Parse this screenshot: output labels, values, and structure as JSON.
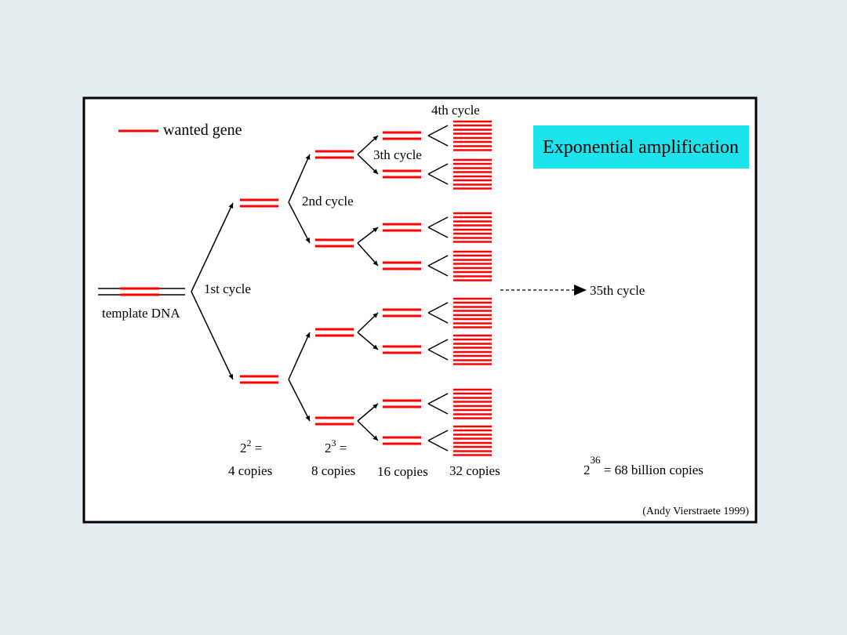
{
  "legend": {
    "label": "wanted gene"
  },
  "title_box": {
    "text": "Exponential amplification"
  },
  "template": {
    "label": "template DNA"
  },
  "cycles": {
    "c1": "1st cycle",
    "c2": "2nd cycle",
    "c3": "3th cycle",
    "c4": "4th cycle",
    "c35": "35th cycle"
  },
  "counts": {
    "four": {
      "base": "2",
      "exp": "2",
      "eq": " =",
      "copies": "4 copies"
    },
    "eight": {
      "base": "2",
      "exp": "3",
      "eq": " =",
      "copies": "8 copies"
    },
    "sixteen": {
      "copies": "16 copies"
    },
    "thirtytwo": {
      "copies": "32 copies"
    },
    "final": {
      "base": "2",
      "exp": "36",
      "rest": " = 68 billion copies"
    }
  },
  "credit": "(Andy Vierstraete 1999)",
  "colors": {
    "gene": "#ff0000",
    "title_bg": "#1de3ec",
    "border": "#000000",
    "page_bg": "#e3ebee"
  }
}
